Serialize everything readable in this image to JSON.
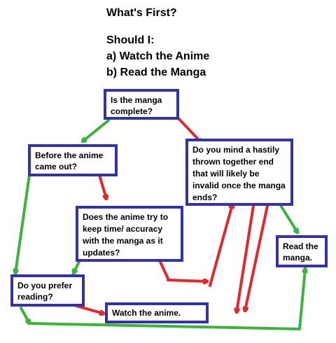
{
  "header": {
    "title": "What's First?",
    "lines": [
      "Should I:",
      "a) Watch the Anime",
      "b) Read the Manga"
    ]
  },
  "nodes": {
    "manga_complete": "Is the manga complete?",
    "before_anime": "Before the anime came out?",
    "mind_end": "Do you mind a hastily thrown together end that will likely be invalid once the manga ends?",
    "keep_time": "Does the anime try to keep time/ accuracy with the manga as it updates?",
    "read_manga": "Read the manga.",
    "prefer_reading": "Do you prefer reading?",
    "watch_anime": "Watch the anime."
  },
  "colors": {
    "box_border": "#3333a6",
    "yes_arrow": "#3cb43c",
    "no_arrow": "#e0282d"
  }
}
